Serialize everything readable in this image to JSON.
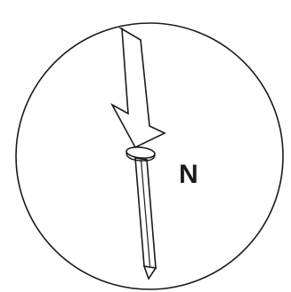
{
  "diagram": {
    "pole_label": "N",
    "stroke_color": "#1a1a1a",
    "fill_color": "#ffffff",
    "elements": [
      {
        "name": "boundary-circle",
        "icon": "circle-outline"
      },
      {
        "name": "field-direction-arrow",
        "icon": "arrow-down-icon"
      },
      {
        "name": "nail",
        "icon": "nail-icon"
      }
    ]
  }
}
